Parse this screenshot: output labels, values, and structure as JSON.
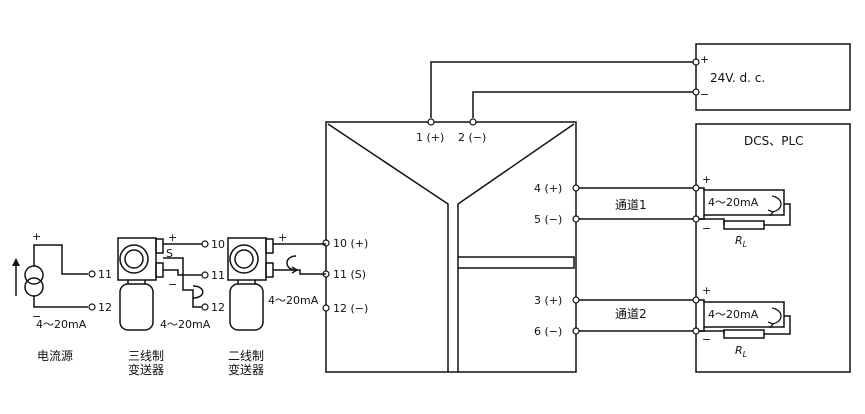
{
  "power": {
    "supply_label": "24V. d. c.",
    "plus": "+",
    "minus": "−"
  },
  "isolator": {
    "power_terminals": [
      "1 (+)",
      "2 (−)"
    ],
    "input_terminals": [
      "10 (+)",
      "11 (S)",
      "12 (−)"
    ],
    "output_terminals": [
      "4 (+)",
      "5 (−)",
      "3 (+)",
      "6 (−)"
    ],
    "channel1_label": "通道1",
    "channel2_label": "通道2",
    "current_label": "4～20mA"
  },
  "system": {
    "title": "DCS、PLC",
    "ch1_signal": "4～20mA",
    "ch2_signal": "4～20mA",
    "resistor_label": "R",
    "resistor_subscript": "L",
    "plus": "+",
    "minus": "−"
  },
  "sources": {
    "current_source": {
      "label": "电流源",
      "signal": "4～20mA",
      "terminals": [
        "11",
        "12"
      ],
      "plus": "+",
      "minus": "−"
    },
    "three_wire": {
      "label_line1": "三线制",
      "label_line2": "变送器",
      "signal": "4～20mA",
      "terminals": [
        "10",
        "11",
        "12"
      ],
      "s_label": "S",
      "plus": "+",
      "minus": "−"
    },
    "two_wire": {
      "label_line1": "二线制",
      "label_line2": "变送器",
      "signal": "4～20mA",
      "plus": "+"
    }
  }
}
